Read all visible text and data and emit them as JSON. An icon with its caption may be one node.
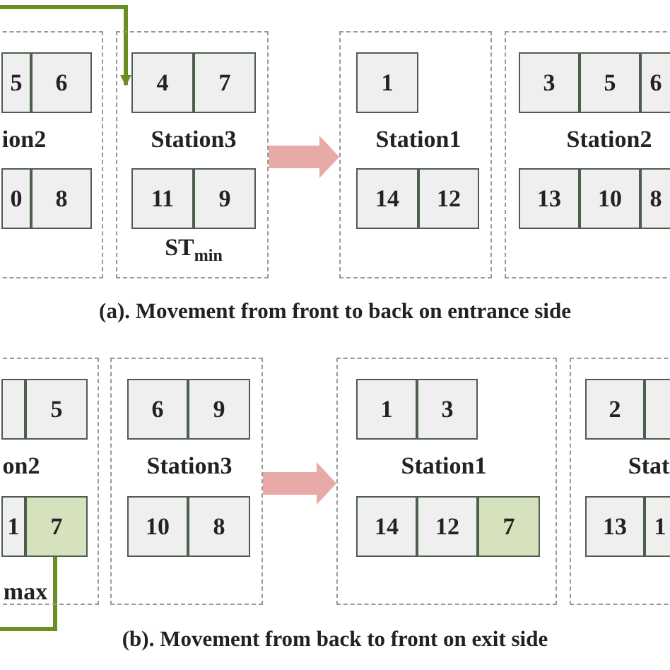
{
  "diagram": {
    "nodes": [
      {
        "text": [
          "ion2"
        ]
      },
      {
        "text": [
          "5"
        ],
        "in": 0
      },
      {
        "text": [
          "6"
        ],
        "in": 0
      },
      {
        "text": [
          "0"
        ],
        "in": 0
      },
      {
        "text": [
          "8"
        ],
        "in": 0
      },
      {
        "text": [
          "Station3",
          "ST$_{min}$"
        ]
      },
      {
        "text": [
          "4"
        ],
        "in": 5
      },
      {
        "text": [
          "7"
        ],
        "in": 5
      },
      {
        "text": [
          "11"
        ],
        "in": 5
      },
      {
        "text": [
          "9"
        ],
        "in": 5
      },
      {
        "text": [
          "Station1"
        ]
      },
      {
        "text": [
          "1"
        ],
        "in": 10
      },
      {
        "text": [
          "14"
        ],
        "in": 10
      },
      {
        "text": [
          "12"
        ],
        "in": 10
      },
      {
        "text": [
          "Station2"
        ]
      },
      {
        "text": [
          "3"
        ],
        "in": 14
      },
      {
        "text": [
          "5"
        ],
        "in": 14
      },
      {
        "text": [
          "6"
        ],
        "in": 14
      },
      {
        "text": [
          "13"
        ],
        "in": 14
      },
      {
        "text": [
          "10"
        ],
        "in": 14
      },
      {
        "text": [
          "8"
        ],
        "in": 14
      },
      {
        "text": [
          "on2",
          "max"
        ]
      },
      {
        "text": [],
        "shape": "box",
        "in": 21
      },
      {
        "text": [
          "5"
        ],
        "in": 21
      },
      {
        "text": [
          "1"
        ],
        "in": 21
      },
      {
        "text": [
          "7"
        ],
        "in": 21
      },
      {
        "text": [
          "Station3"
        ]
      },
      {
        "text": [
          "6"
        ],
        "in": 26
      },
      {
        "text": [
          "9"
        ],
        "in": 26
      },
      {
        "text": [
          "10"
        ],
        "in": 26
      },
      {
        "text": [
          "8"
        ],
        "in": 26
      },
      {
        "text": [
          "Station1"
        ]
      },
      {
        "text": [
          "1"
        ],
        "in": 31
      },
      {
        "text": [
          "3"
        ],
        "in": 31
      },
      {
        "text": [
          "14"
        ],
        "in": 31
      },
      {
        "text": [
          "12"
        ],
        "in": 31
      },
      {
        "text": [
          "7"
        ],
        "in": 31
      },
      {
        "text": [
          "Stat"
        ]
      },
      {
        "text": [
          "2"
        ],
        "in": 37
      },
      {
        "text": [],
        "shape": "box",
        "in": 37
      },
      {
        "text": [
          "13"
        ],
        "in": 37
      },
      {
        "text": [
          "1"
        ],
        "in": 37
      }
    ],
    "edges": [
      {
        "from": null,
        "to": 6,
        "arrow": "to",
        "color": "#6b8e23"
      },
      {
        "from": 5,
        "to": 10,
        "arrow": "to",
        "style": "thick",
        "color": "#e8aaa6"
      },
      {
        "from": 25,
        "to": null,
        "arrow": "none",
        "color": "#6b8e23"
      },
      {
        "from": 26,
        "to": 31,
        "arrow": "to",
        "style": "thick",
        "color": "#e8aaa6"
      }
    ],
    "labels": [
      "(a). Movement from front to back on entrance side",
      "(b). Movement from back to front on exit side"
    ]
  }
}
